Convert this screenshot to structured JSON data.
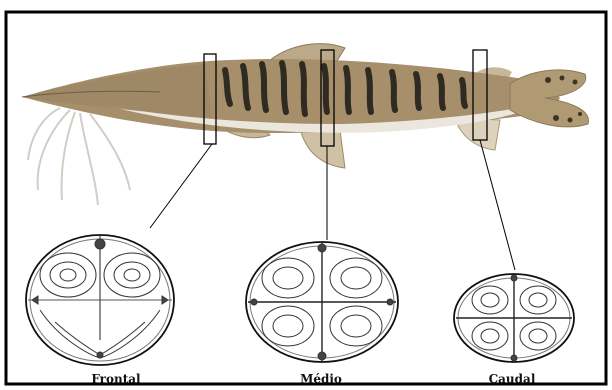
{
  "figure": {
    "subject": "catfish",
    "sections": [
      {
        "id": "frontal",
        "label": "Frontal"
      },
      {
        "id": "medio",
        "label": "Médio"
      },
      {
        "id": "caudal",
        "label": "Caudal"
      }
    ]
  },
  "colors": {
    "frame": "#000000",
    "fish_body": "#a08c6a",
    "fish_belly": "#e8e4da",
    "stripes": "#2e2b24",
    "fins": "#c8b89a",
    "barbels": "#d4d0c8",
    "contour": "#333333"
  }
}
